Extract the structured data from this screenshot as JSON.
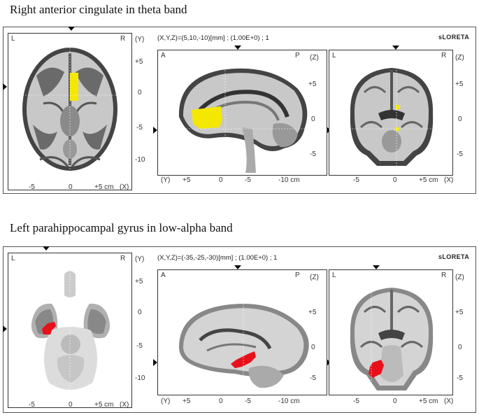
{
  "sections": [
    {
      "title": "Right anterior cingulate  in theta band",
      "header": "(X,Y,Z)=(5,10,-10)[mm]  ;  (1.00E+0)  ;  1",
      "brand": "sLORETA",
      "activation_color": "#f5e800",
      "axial": {
        "L": "L",
        "R": "R",
        "axis": "(Y)",
        "ticks": [
          "+5",
          "0",
          "-5",
          "-10"
        ],
        "bottom": [
          "-5",
          "0",
          "+5 cm",
          "(X)"
        ]
      },
      "sagittal": {
        "A": "A",
        "P": "P",
        "axis": "(Z)",
        "ticks": [
          "+5",
          "0",
          "-5"
        ],
        "bottom": [
          "(Y)",
          "+5",
          "0",
          "-5",
          "-10 cm"
        ]
      },
      "coronal": {
        "L": "L",
        "R": "R",
        "axis": "(Z)",
        "ticks": [
          "+5",
          "0",
          "-5"
        ],
        "bottom": [
          "-5",
          "0",
          "+5 cm",
          "(X)"
        ]
      }
    },
    {
      "title": "Left parahippocampal  gyrus  in low-alpha band",
      "header": "(X,Y,Z)=(-35,-25,-30)[mm]  ;  (1.00E+0)  ;  1",
      "brand": "sLORETA",
      "activation_color": "#e8101a",
      "axial": {
        "L": "L",
        "R": "R",
        "axis": "(Y)",
        "ticks": [
          "+5",
          "0",
          "-5",
          "-10"
        ],
        "bottom": [
          "-5",
          "0",
          "+5 cm",
          "(X)"
        ]
      },
      "sagittal": {
        "A": "A",
        "P": "P",
        "axis": "(Z)",
        "ticks": [
          "+5",
          "0",
          "-5"
        ],
        "bottom": [
          "(Y)",
          "+5",
          "0",
          "-5",
          "-10 cm"
        ]
      },
      "coronal": {
        "L": "L",
        "R": "R",
        "axis": "(Z)",
        "ticks": [
          "+5",
          "0",
          "-5"
        ],
        "bottom": [
          "-5",
          "0",
          "+5 cm",
          "(X)"
        ]
      }
    }
  ]
}
